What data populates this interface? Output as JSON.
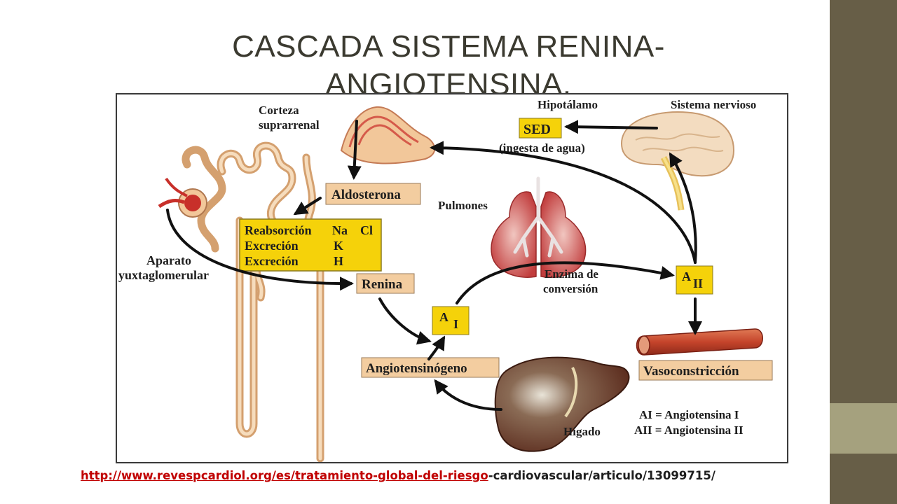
{
  "slide": {
    "title_line1": "CASCADA SISTEMA RENINA-",
    "title_line2": "ANGIOTENSINA.",
    "source_link": "http://www.revespcardiol.org/es/tratamiento-global-del-riesgo",
    "source_rest": "-cardiovascular/articulo/13099715/"
  },
  "diagram": {
    "corteza_line1": "Corteza",
    "corteza_line2": "suprarrenal",
    "hipotalamo": "Hipotálamo",
    "sistema_nervioso": "Sistema nervioso",
    "sed": "SED",
    "ingesta": "(ingesta de agua)",
    "aldosterona": "Aldosterona",
    "pulmones": "Pulmones",
    "reabsorcion": "Reabsorción",
    "excrecion1": "Excreción",
    "excrecion2": "Excreción",
    "ion_na": "Na",
    "ion_cl": "Cl",
    "ion_k": "K",
    "ion_h": "H",
    "aparato_line1": "Aparato",
    "aparato_line2": "yuxtaglomerular",
    "renina": "Renina",
    "enzima_line1": "Enzima de",
    "enzima_line2": "conversión",
    "a2_letter": "A",
    "a2_sub": "II",
    "a1_letter": "A",
    "a1_sub": "I",
    "angiotensinogeno": "Angiotensinógeno",
    "vasoconstriccion": "Vasoconstricción",
    "higado": "Hígado",
    "legend_ai": "AI = Angiotensina I",
    "legend_aii": "AII = Angiotensina II"
  },
  "colors": {
    "sidebar": "#675e47",
    "sidebar_accent": "#a5a17e",
    "yellow_box": "#f5d20a",
    "tan_box": "#f3cda0",
    "kidney": "#f2c79a",
    "lung": "#c64c4c",
    "liver": "#7a3a2a",
    "link": "#c00000"
  }
}
